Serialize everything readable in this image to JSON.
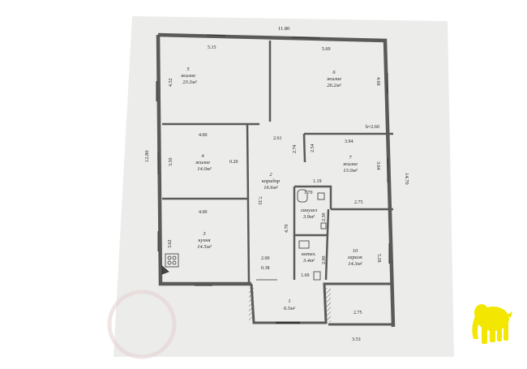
{
  "rooms": [
    {
      "number": "5",
      "name": "жилое",
      "area": "23.3м²"
    },
    {
      "number": "6",
      "name": "жилое",
      "area": "26.2м²"
    },
    {
      "number": "4",
      "name": "жилое",
      "area": "14.0м²"
    },
    {
      "number": "2",
      "name": "коридор",
      "area": "16.6м²"
    },
    {
      "number": "7",
      "name": "жилое",
      "area": "13.0м²"
    },
    {
      "number": "",
      "name": "санузел",
      "area": "3.9м²"
    },
    {
      "number": "3",
      "name": "кухня",
      "area": "14.5м²"
    },
    {
      "number": "",
      "name": "котел.",
      "area": "3.4м²"
    },
    {
      "number": "10",
      "name": "гараж",
      "area": "14.3м²"
    },
    {
      "number": "1",
      "name": "",
      "area": "6.5м²"
    }
  ],
  "dimensions": {
    "total_width": "11.80",
    "total_height_left": "12.80",
    "total_height_right": "14.70",
    "bottom_width": "3.51",
    "ceiling_height": "h=2.60",
    "d_5_15": "5.15",
    "d_5_69": "5.69",
    "d_4_52": "4.52",
    "d_4_60": "4.60",
    "d_4_00_a": "4.00",
    "d_3_50": "3.50",
    "d_0_20": "0.20",
    "d_2_61": "2.61",
    "d_2_74": "2.74",
    "d_2_54": "2.54",
    "d_3_94": "3.94",
    "d_3_64": "3.64",
    "d_1_19": "1.19",
    "d_1_70": "1.70",
    "d_7_32": "7.32",
    "d_2_75_a": "2.75",
    "d_4_00_b": "4.00",
    "d_2_30": "2.30",
    "d_4_70": "4.70",
    "d_3_62": "3.62",
    "d_2_00_a": "2.00",
    "d_0_38": "0.38",
    "d_2_00_b": "2.00",
    "d_1_69": "1.69",
    "d_5_28": "5.28",
    "d_2_75_b": "2.75"
  },
  "colors": {
    "paper": "#ececea",
    "wall": "#5a5a5a",
    "line": "#333333",
    "logo": "#f3e600"
  },
  "logo": {
    "icon": "elephant-icon"
  }
}
